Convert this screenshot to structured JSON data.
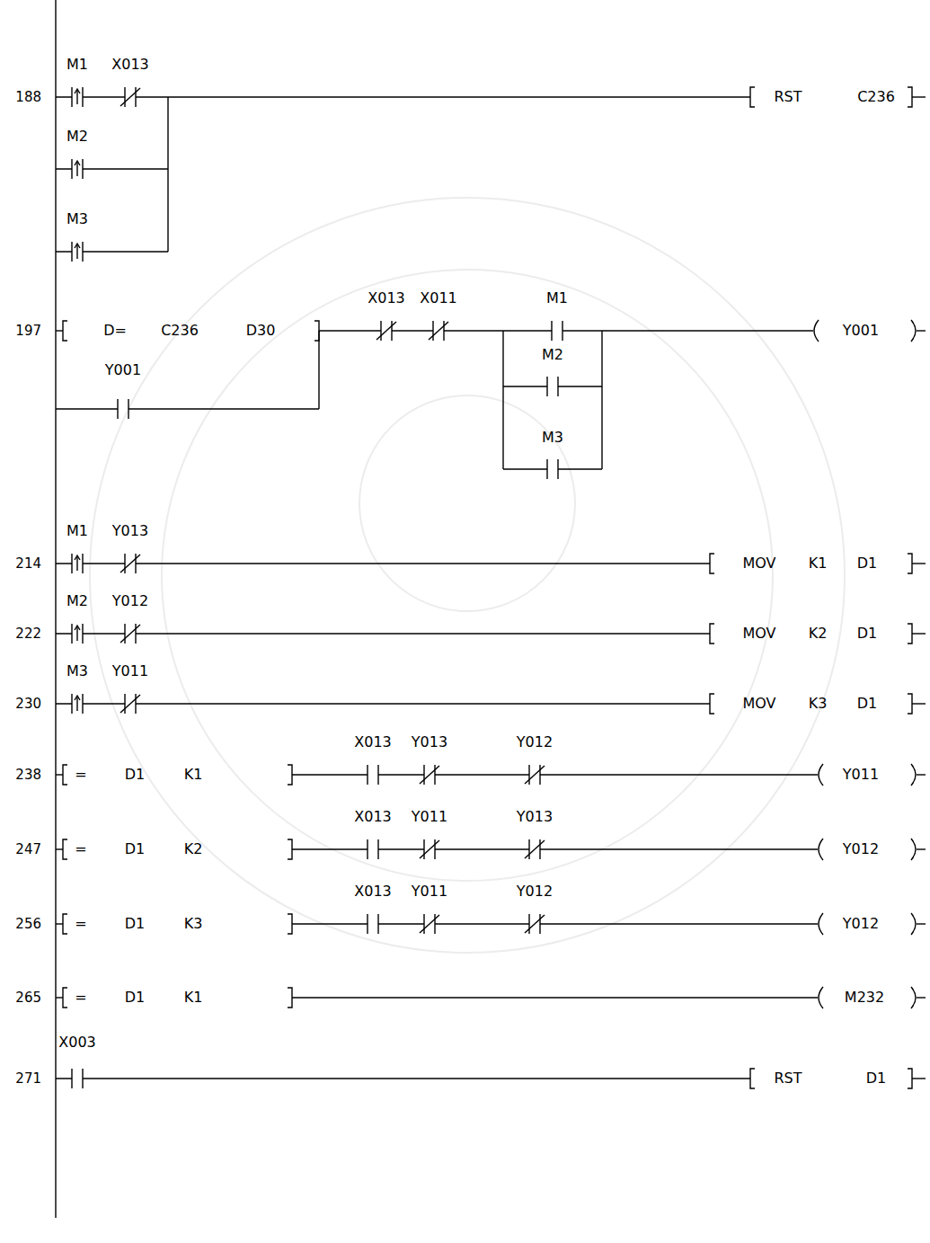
{
  "diagram": {
    "labels": [
      "188",
      "M1",
      "X013",
      "RST",
      "C236",
      "M2",
      "M3",
      "197",
      "D=",
      "C236",
      "D30",
      "X013",
      "X011",
      "M1",
      "Y001",
      "Y001",
      "M2",
      "M3",
      "M1",
      "Y013",
      "214",
      "MOV",
      "K1",
      "D1",
      "M2",
      "Y012",
      "222",
      "MOV",
      "K2",
      "D1",
      "M3",
      "Y011",
      "230",
      "MOV",
      "K3",
      "D1",
      "X013",
      "Y013",
      "Y012",
      "238",
      "=",
      "D1",
      "K1",
      "Y011",
      "X013",
      "Y011",
      "Y013",
      "247",
      "=",
      "D1",
      "K2",
      "Y012",
      "X013",
      "Y011",
      "Y012",
      "256",
      "=",
      "D1",
      "K3",
      "Y012",
      "265",
      "=",
      "D1",
      "K1",
      "M232",
      "X003",
      "271",
      "RST",
      "D1"
    ]
  }
}
